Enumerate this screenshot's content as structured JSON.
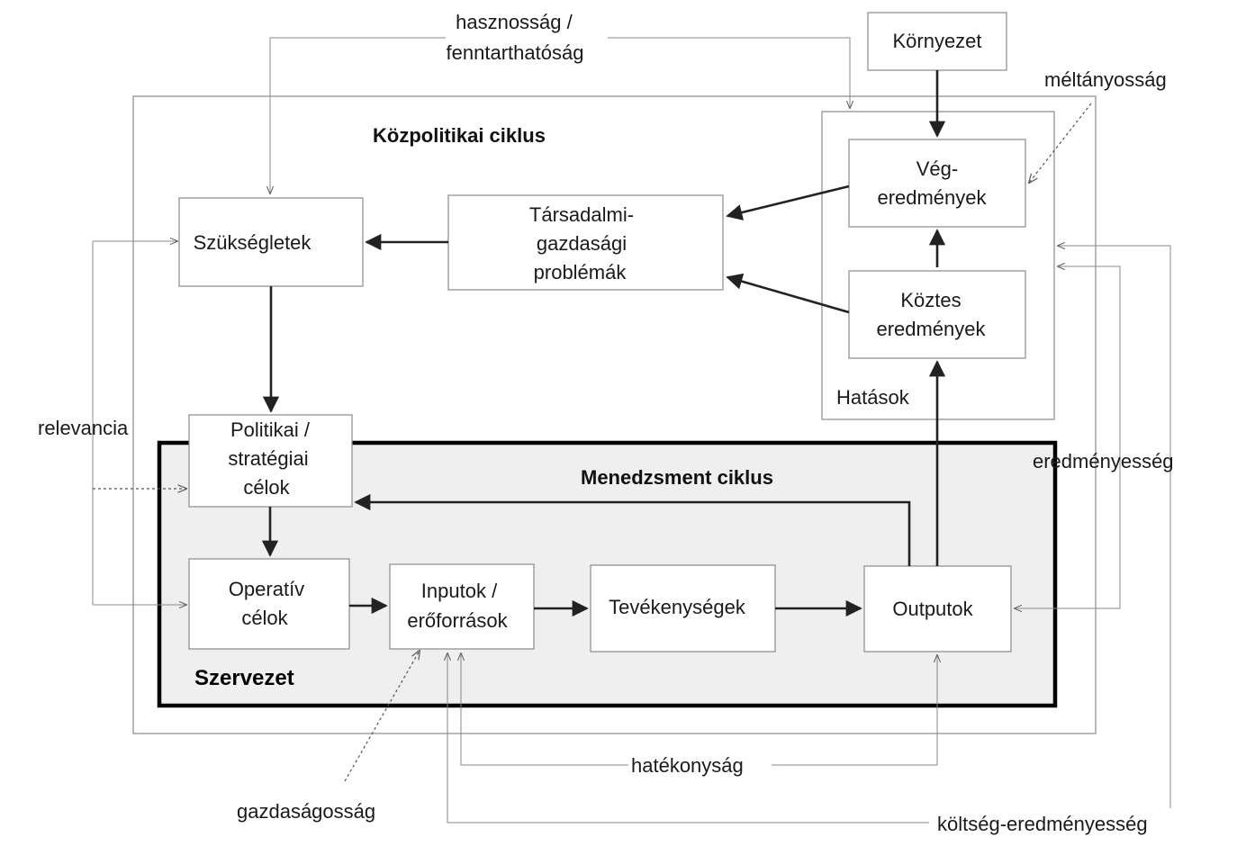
{
  "regions": {
    "kozpolitikai": "Közpolitikai ciklus",
    "menedzsment": "Menedzsment ciklus",
    "szervezet": "Szervezet",
    "hatasok": "Hatások"
  },
  "nodes": {
    "kornyezet": [
      "Környezet"
    ],
    "veg": [
      "Vég-",
      "eredmények"
    ],
    "koztes": [
      "Köztes",
      "eredmények"
    ],
    "tarsadalmi": [
      "Társadalmi-",
      "gazdasági",
      "problémák"
    ],
    "szuksegletek": [
      "Szükségletek"
    ],
    "politikai": [
      "Politikai /",
      "stratégiai",
      "célok"
    ],
    "operativ": [
      "Operatív",
      "célok"
    ],
    "inputok": [
      "Inputok /",
      "erőforrások"
    ],
    "tevekenysegek": [
      "Tevékenységek"
    ],
    "outputok": [
      "Outputok"
    ]
  },
  "labels": {
    "hasznossag": [
      "hasznosság /",
      "fenntarthatóság"
    ],
    "meltanyossag": "méltányosság",
    "relevancia": "relevancia",
    "eredmenyesseg": "eredményesség",
    "hatekonysag": "hatékonyság",
    "gazdasagossag": "gazdaságosság",
    "koltseg": "költség-eredményesség"
  }
}
